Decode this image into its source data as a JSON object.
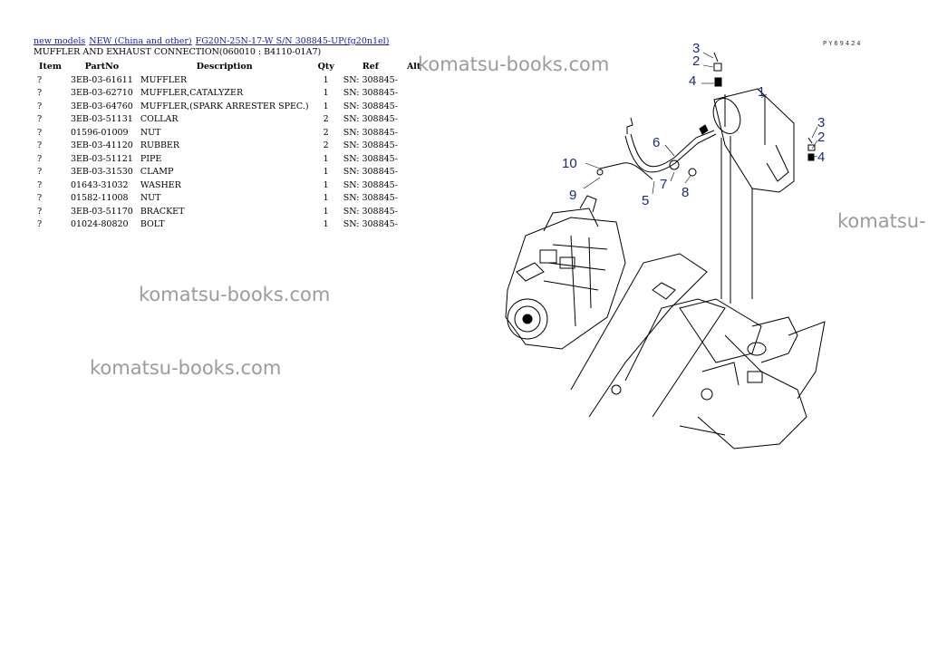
{
  "breadcrumb": {
    "link1": "new models",
    "link2": "NEW (China and other)",
    "link3": "FG20N-25N-17-W S/N 308845-UP(fg20n1el)"
  },
  "section_title": "MUFFLER AND EXHAUST CONNECTION(060010 : B4110-01A7)",
  "table": {
    "headers": {
      "item": "Item",
      "partno": "PartNo",
      "description": "Description",
      "qty": "Qty",
      "ref": "Ref",
      "alt": "Alt"
    },
    "rows": [
      {
        "item": "?",
        "partno": "3EB-03-61611",
        "description": "MUFFLER",
        "qty": "1",
        "ref": "SN: 308845-",
        "alt": ""
      },
      {
        "item": "?",
        "partno": "3EB-03-62710",
        "description": "MUFFLER,CATALYZER",
        "qty": "1",
        "ref": "SN: 308845-",
        "alt": ""
      },
      {
        "item": "?",
        "partno": "3EB-03-64760",
        "description": "MUFFLER,(SPARK ARRESTER SPEC.)",
        "qty": "1",
        "ref": "SN: 308845-",
        "alt": ""
      },
      {
        "item": "?",
        "partno": "3EB-03-51131",
        "description": "COLLAR",
        "qty": "2",
        "ref": "SN: 308845-",
        "alt": ""
      },
      {
        "item": "?",
        "partno": "01596-01009",
        "description": "NUT",
        "qty": "2",
        "ref": "SN: 308845-",
        "alt": ""
      },
      {
        "item": "?",
        "partno": "3EB-03-41120",
        "description": "RUBBER",
        "qty": "2",
        "ref": "SN: 308845-",
        "alt": ""
      },
      {
        "item": "?",
        "partno": "3EB-03-51121",
        "description": "PIPE",
        "qty": "1",
        "ref": "SN: 308845-",
        "alt": ""
      },
      {
        "item": "?",
        "partno": "3EB-03-31530",
        "description": "CLAMP",
        "qty": "1",
        "ref": "SN: 308845-",
        "alt": ""
      },
      {
        "item": "?",
        "partno": "01643-31032",
        "description": "WASHER",
        "qty": "1",
        "ref": "SN: 308845-",
        "alt": ""
      },
      {
        "item": "?",
        "partno": "01582-11008",
        "description": "NUT",
        "qty": "1",
        "ref": "SN: 308845-",
        "alt": ""
      },
      {
        "item": "?",
        "partno": "3EB-03-51170",
        "description": "BRACKET",
        "qty": "1",
        "ref": "SN: 308845-",
        "alt": ""
      },
      {
        "item": "?",
        "partno": "01024-80820",
        "description": "BOLT",
        "qty": "1",
        "ref": "SN: 308845-",
        "alt": ""
      }
    ]
  },
  "watermark": "komatsu-books.com",
  "watermark_edge": "komatsu-",
  "diagram": {
    "picture_code": "PY69424",
    "callouts": [
      "3",
      "2",
      "4",
      "1",
      "3",
      "2",
      "4",
      "6",
      "10",
      "9",
      "5",
      "7",
      "8"
    ]
  },
  "colors": {
    "link": "#1a1aa6",
    "callout": "#1b2a7a",
    "watermark": "#8a8a8a"
  }
}
